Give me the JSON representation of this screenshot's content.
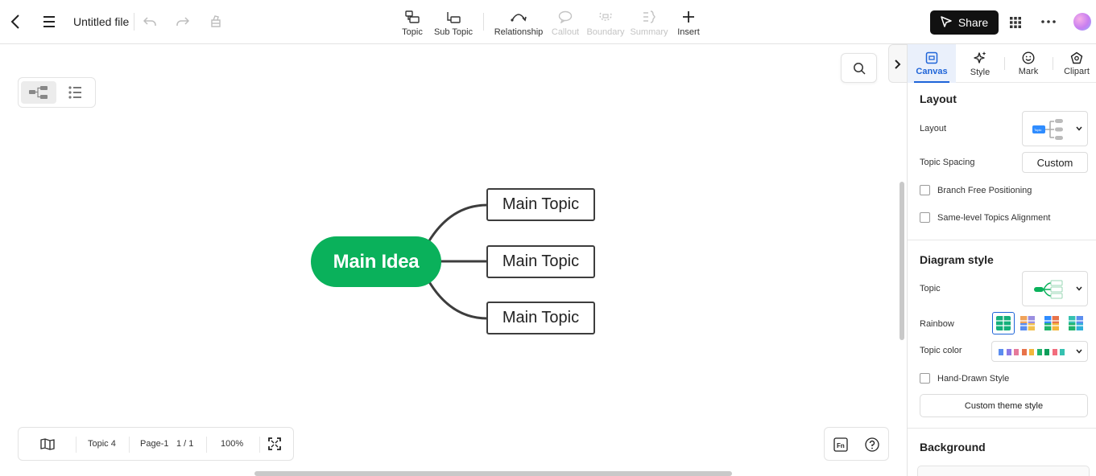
{
  "header": {
    "file_name": "Untitled file",
    "tools": [
      {
        "label": "Topic",
        "icon": "topic-icon",
        "enabled": true
      },
      {
        "label": "Sub Topic",
        "icon": "subtopic-icon",
        "enabled": true
      },
      {
        "label": "Relationship",
        "icon": "relationship-icon",
        "enabled": true
      },
      {
        "label": "Callout",
        "icon": "callout-icon",
        "enabled": false
      },
      {
        "label": "Boundary",
        "icon": "boundary-icon",
        "enabled": false
      },
      {
        "label": "Summary",
        "icon": "summary-icon",
        "enabled": false
      },
      {
        "label": "Insert",
        "icon": "plus-icon",
        "enabled": true
      }
    ],
    "share_label": "Share"
  },
  "canvas": {
    "main_idea": "Main Idea",
    "topics": [
      "Main Topic",
      "Main Topic",
      "Main Topic"
    ],
    "colors": {
      "main_idea": "#0ab15b",
      "branch": "#3d3d3d"
    }
  },
  "statusbar": {
    "topic_count": "Topic 4",
    "page_name": "Page-1",
    "page_index": "1 / 1",
    "zoom": "100%"
  },
  "panel": {
    "tabs": [
      {
        "label": "Canvas",
        "icon": "canvas-icon",
        "active": true
      },
      {
        "label": "Style",
        "icon": "sparkle-icon",
        "active": false
      },
      {
        "label": "Mark",
        "icon": "smiley-icon",
        "active": false
      },
      {
        "label": "Clipart",
        "icon": "clipart-icon",
        "active": false
      }
    ],
    "layout": {
      "title": "Layout",
      "layout_label": "Layout",
      "layout_thumb_text": "Topic",
      "spacing_label": "Topic Spacing",
      "spacing_value": "Custom",
      "branch_free_label": "Branch Free Positioning",
      "same_level_label": "Same-level Topics Alignment"
    },
    "diagram_style": {
      "title": "Diagram style",
      "topic_label": "Topic",
      "rainbow_label": "Rainbow",
      "topic_color_label": "Topic color",
      "topic_color_swatches": [
        "#5b8def",
        "#8c7ae6",
        "#e67a9b",
        "#e8734a",
        "#f2b63c",
        "#1fb36b",
        "#0e9e5a",
        "#f26d7d",
        "#36c1b0"
      ],
      "hand_drawn_label": "Hand-Drawn Style",
      "custom_theme_label": "Custom theme style"
    },
    "background": {
      "title": "Background"
    },
    "accent_color": "#1e64d8"
  }
}
